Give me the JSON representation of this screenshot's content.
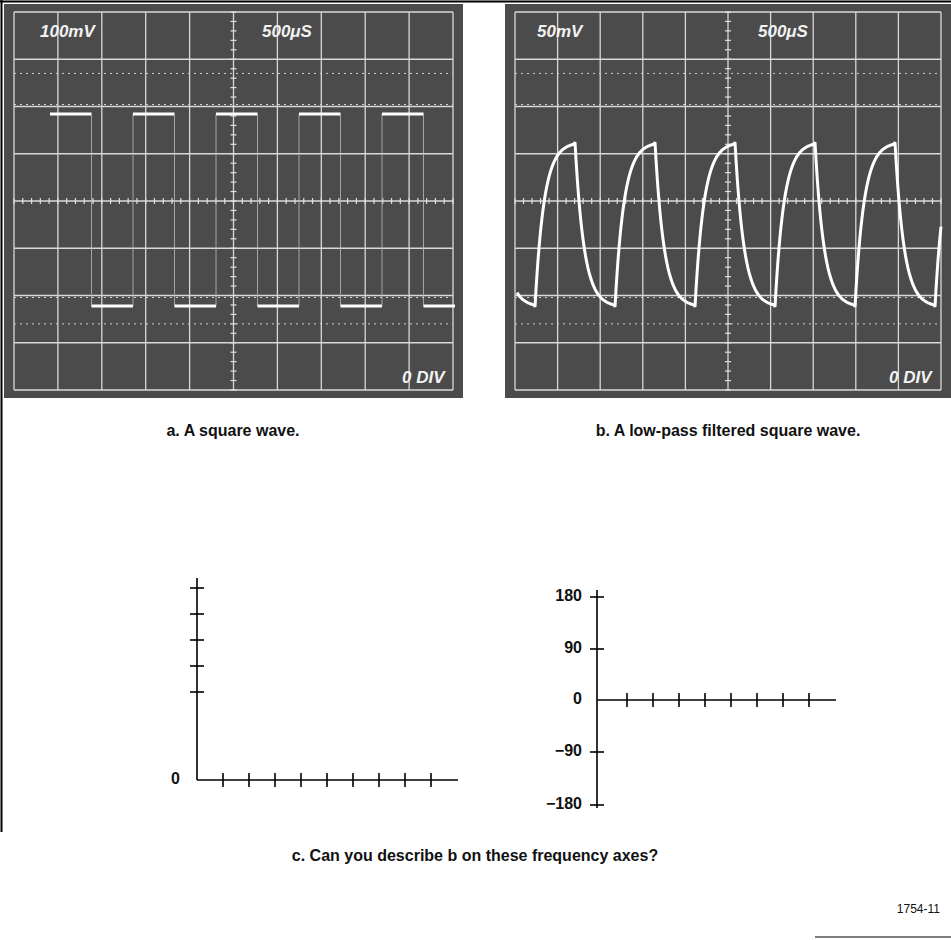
{
  "diagram": {
    "nodes": [
      {
        "text": [
          "100mV",
          "500μS",
          "0 DIV"
        ]
      },
      {
        "text": [
          "50mV",
          "500μS",
          "0 DIV"
        ]
      }
    ],
    "labels": [
      "a. A square wave.",
      "b. A low-pass filtered square wave.",
      "0",
      "180",
      "90",
      "0",
      "−90",
      "−180",
      "c. Can you describe b on these frequency axes?",
      "1754-11"
    ]
  }
}
